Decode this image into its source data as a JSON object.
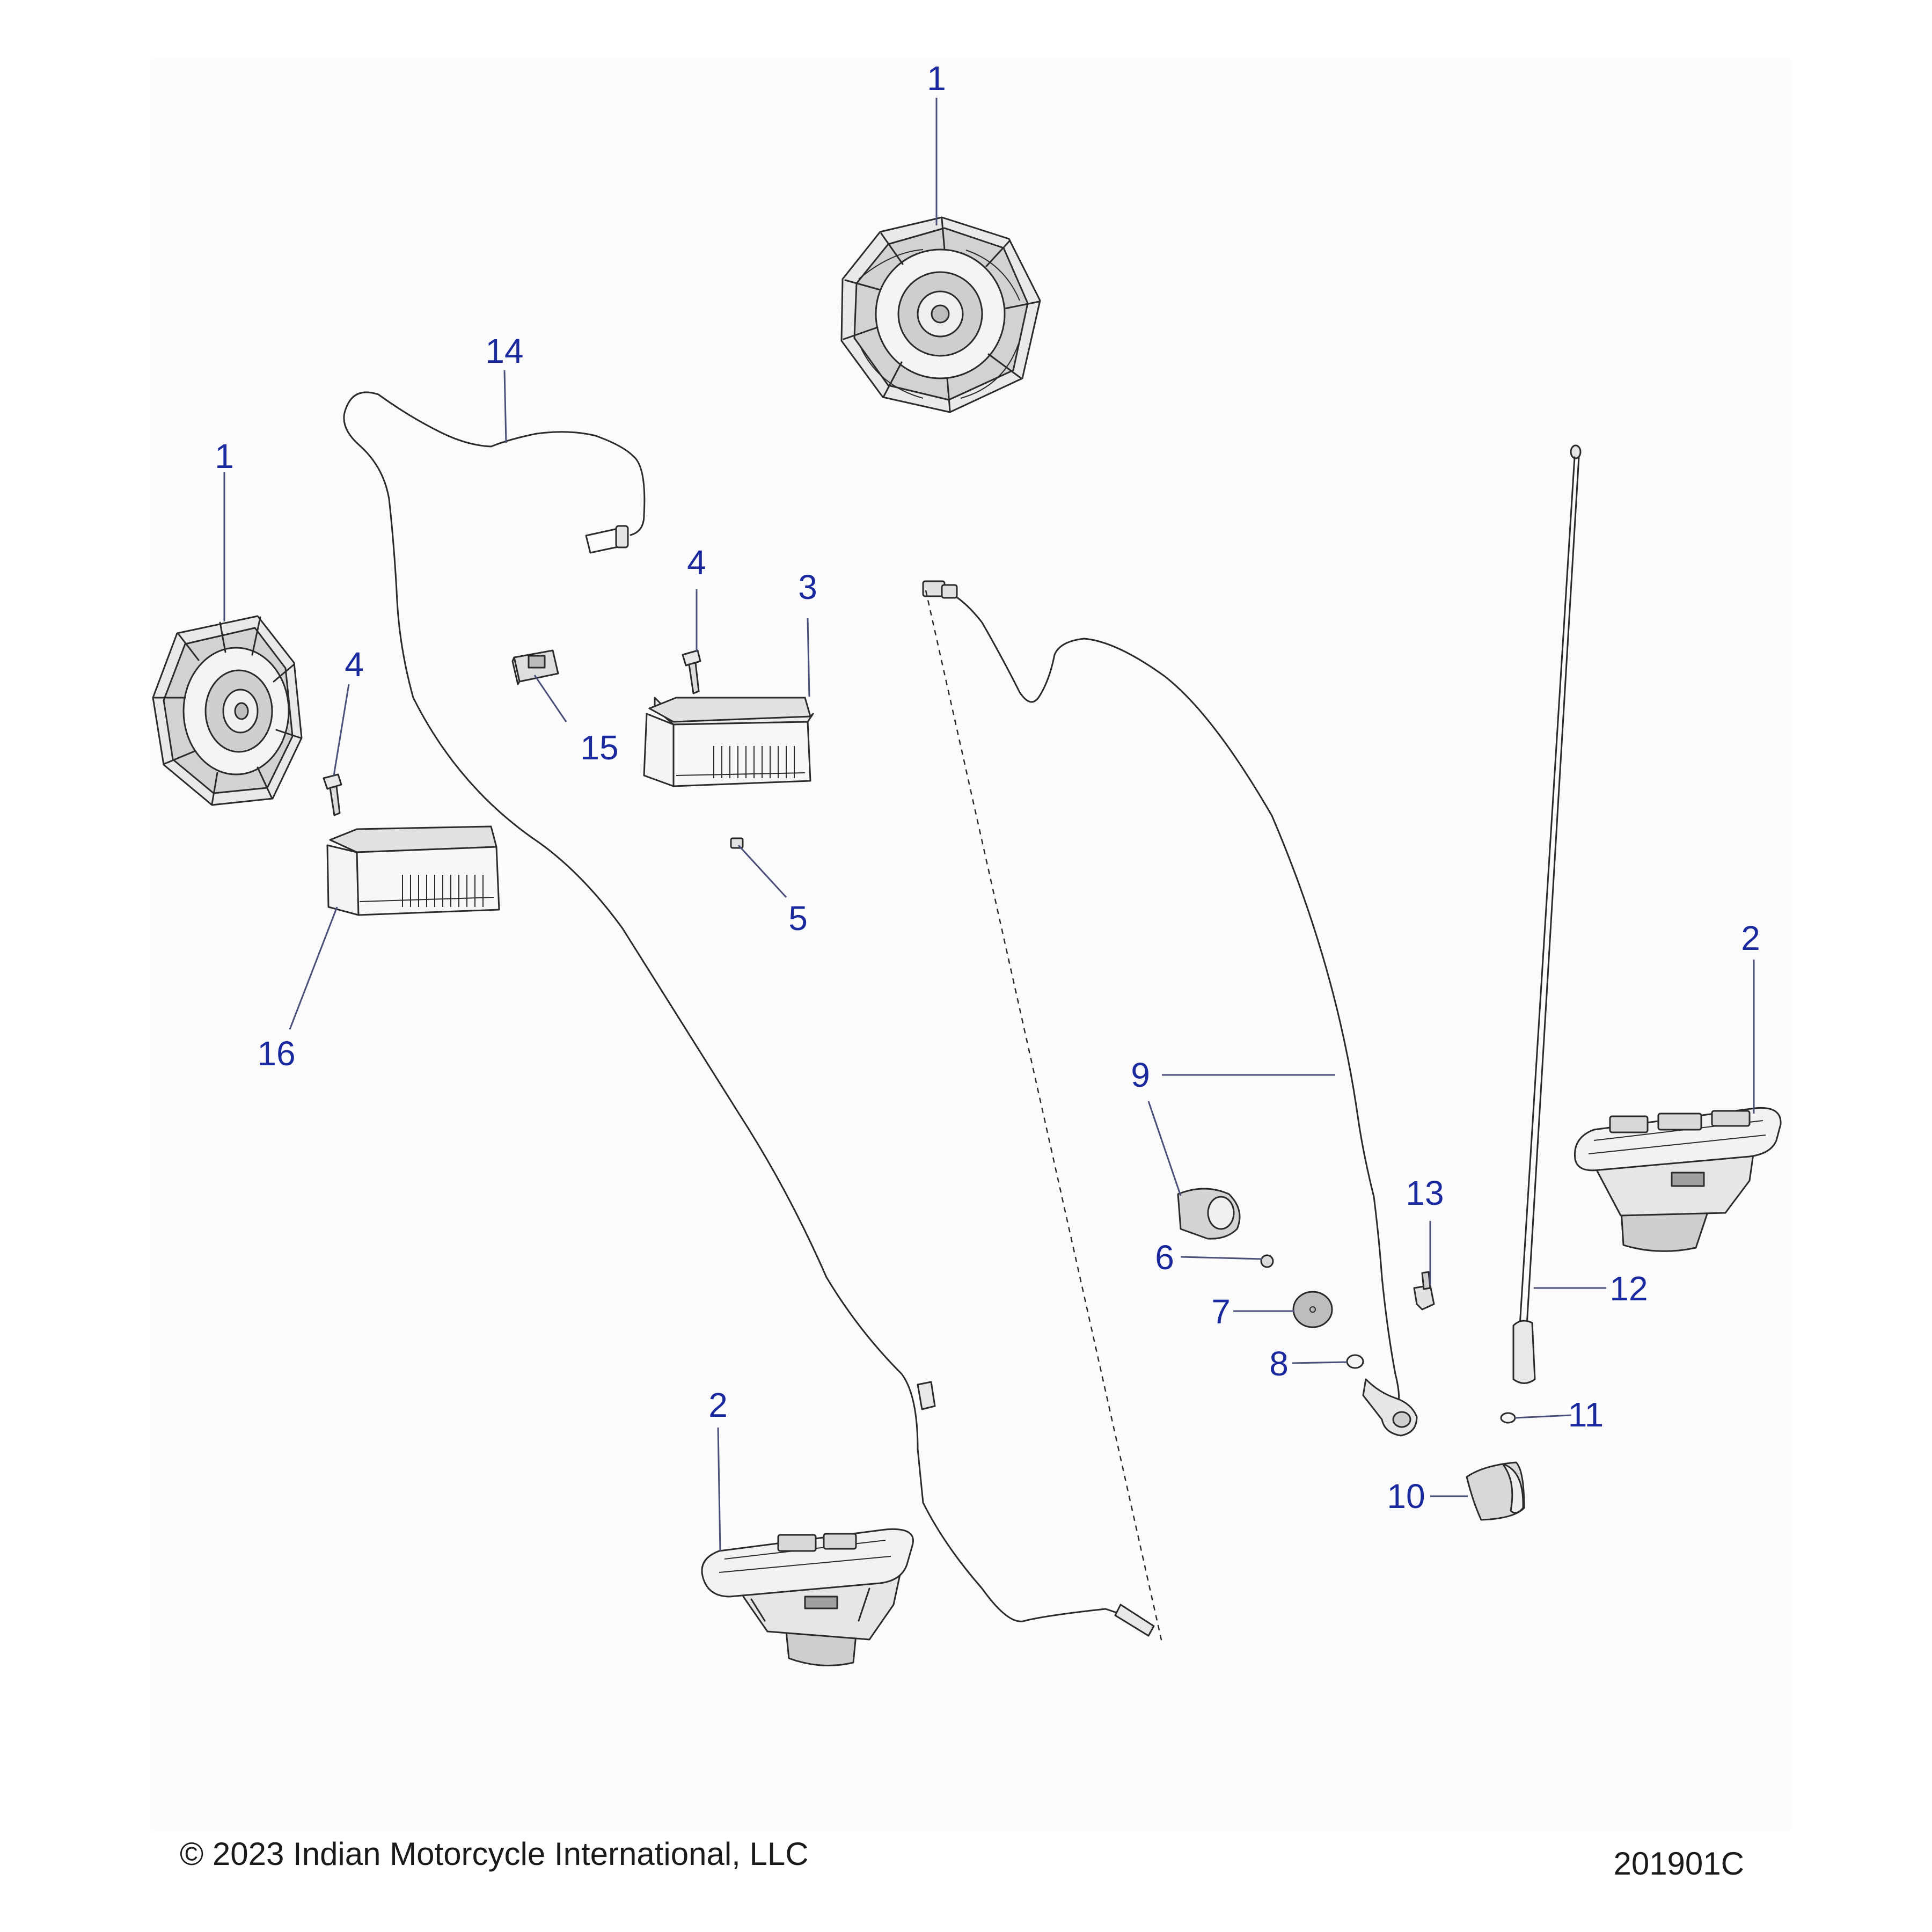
{
  "callouts": {
    "c1a": "1",
    "c1b": "1",
    "c2a": "2",
    "c2b": "2",
    "c3": "3",
    "c4a": "4",
    "c4b": "4",
    "c5": "5",
    "c6": "6",
    "c7": "7",
    "c8": "8",
    "c9": "9",
    "c10": "10",
    "c11": "11",
    "c12": "12",
    "c13": "13",
    "c14": "14",
    "c15": "15",
    "c16": "16"
  },
  "footer": {
    "copyright": "© 2023 Indian Motorcycle International, LLC",
    "diagram_code": "201901C"
  },
  "colors": {
    "callout": "#1a2a9e",
    "line_art": "#2a2a2a",
    "background": "#ffffff"
  }
}
